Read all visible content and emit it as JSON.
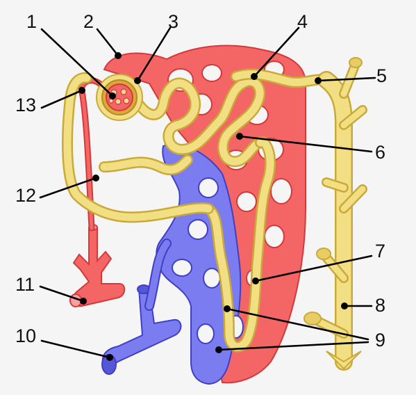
{
  "labels": {
    "l1": "1",
    "l2": "2",
    "l3": "3",
    "l4": "4",
    "l5": "5",
    "l6": "6",
    "l7": "7",
    "l8": "8",
    "l9": "9",
    "l10": "10",
    "l11": "11",
    "l12": "12",
    "l13": "13"
  },
  "colors": {
    "tubule": "#f2df83",
    "tubule_edge": "#c9a93a",
    "artery": "#f46565",
    "artery_edge": "#d23a3a",
    "vein": "#7b7cf0",
    "vein_edge": "#3e3fc4",
    "glomerulus_core": "#d9a93a",
    "background": "#f5f5f5"
  }
}
